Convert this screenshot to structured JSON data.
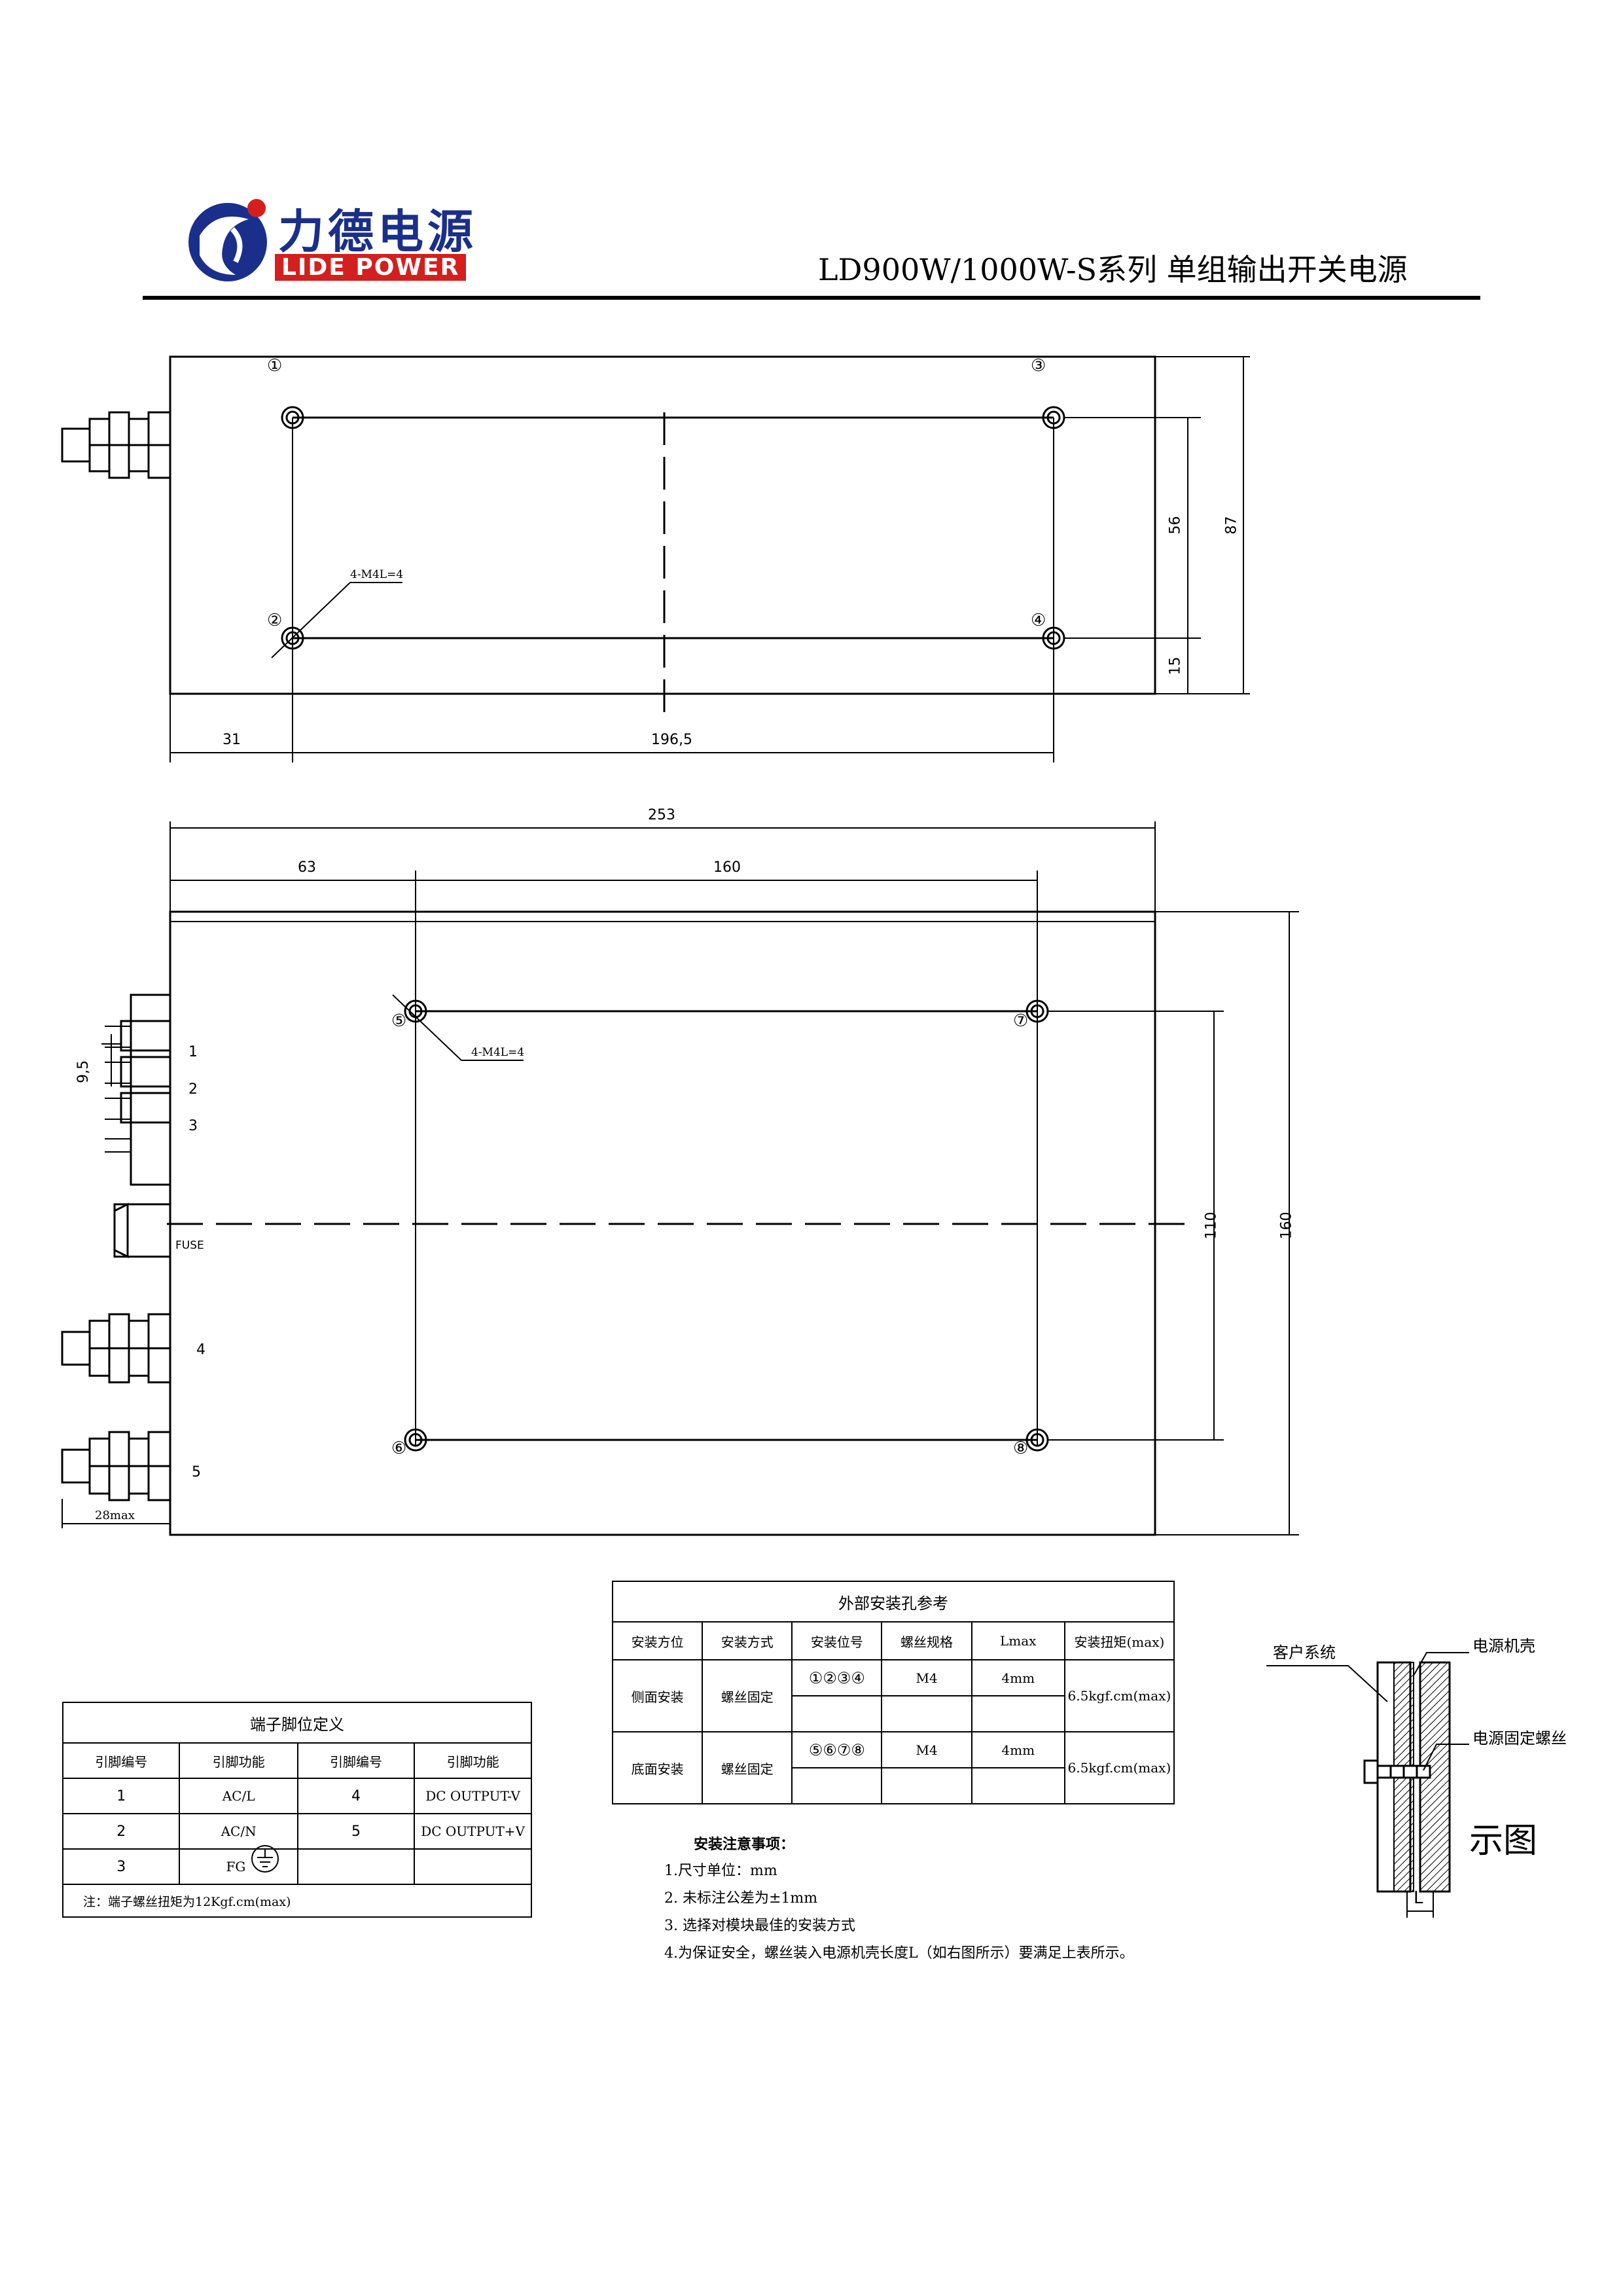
{
  "header": {
    "logo_cn": "力德电源",
    "logo_en": "LIDE POWER",
    "title": "LD900W/1000W-S系列 单组输出开关电源"
  },
  "top_view": {
    "hole_labels": [
      "①",
      "②",
      "③",
      "④"
    ],
    "screw_callout": "4-M4L=4",
    "dims": {
      "d56": "56",
      "d87": "87",
      "d15": "15",
      "d31": "31",
      "d196": "196,5"
    }
  },
  "front_view": {
    "hole_labels": [
      "⑤",
      "⑥",
      "⑦",
      "⑧"
    ],
    "screw_callout": "4-M4L=4",
    "dims": {
      "d253": "253",
      "d63": "63",
      "d160h": "160",
      "d110": "110",
      "d160v": "160",
      "d95": "9,5",
      "d28": "28max"
    },
    "terminal_numbers": [
      "1",
      "2",
      "3",
      "4",
      "5"
    ],
    "fuse_label": "FUSE"
  },
  "mount_table": {
    "title": "外部安装孔参考",
    "headers": [
      "安装方位",
      "安装方式",
      "安装位号",
      "螺丝规格",
      "Lmax",
      "安装扭矩(max)"
    ],
    "rows": [
      {
        "position": "侧面安装",
        "method": "螺丝固定",
        "holes": "①②③④",
        "screw": "M4",
        "lmax": "4mm",
        "torque": "6.5kgf.cm(max)"
      },
      {
        "position": "底面安装",
        "method": "螺丝固定",
        "holes": "⑤⑥⑦⑧",
        "screw": "M4",
        "lmax": "4mm",
        "torque": "6.5kgf.cm(max)"
      }
    ]
  },
  "pin_table": {
    "title": "端子脚位定义",
    "headers": [
      "引脚编号",
      "引脚功能",
      "引脚编号",
      "引脚功能"
    ],
    "rows": [
      [
        "1",
        "AC/L",
        "4",
        "DC OUTPUT-V"
      ],
      [
        "2",
        "AC/N",
        "5",
        "DC OUTPUT+V"
      ],
      [
        "3",
        "FG",
        "",
        ""
      ]
    ],
    "note": "注：端子螺丝扭矩为12Kgf.cm(max)"
  },
  "notes": {
    "title": "安装注意事项：",
    "items": [
      "1.尺寸单位：mm",
      "2. 未标注公差为±1mm",
      "3. 选择对模块最佳的安装方式",
      "4.为保证安全，螺丝装入电源机壳长度L（如右图所示）要满足上表所示。"
    ]
  },
  "sketch": {
    "customer_system": "客户系统",
    "psu_case": "电源机壳",
    "psu_screw": "电源固定螺丝",
    "caption": "示图",
    "l_label": "L"
  },
  "colors": {
    "logo_blue": "#1a2f8a",
    "logo_red": "#d41f1f"
  }
}
